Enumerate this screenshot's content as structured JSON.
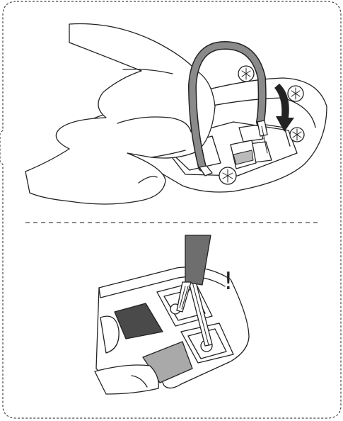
{
  "figure": {
    "panels": [
      {
        "id": "top",
        "content": "hand-holding-cable-loop-into-terminal"
      },
      {
        "id": "bottom",
        "content": "detail-wire-insert-into-terminal"
      }
    ],
    "callout": "!",
    "colors": {
      "stroke": "#222222",
      "cable": "#7a7a7a",
      "cable_dark": "#555555",
      "frame": "#444444",
      "fill_dark": "#4a4a4a",
      "fill_light": "#a9a9a9",
      "paper": "#ffffff"
    },
    "icons": [
      "rotation-arrow-icon",
      "screw-icon"
    ]
  }
}
